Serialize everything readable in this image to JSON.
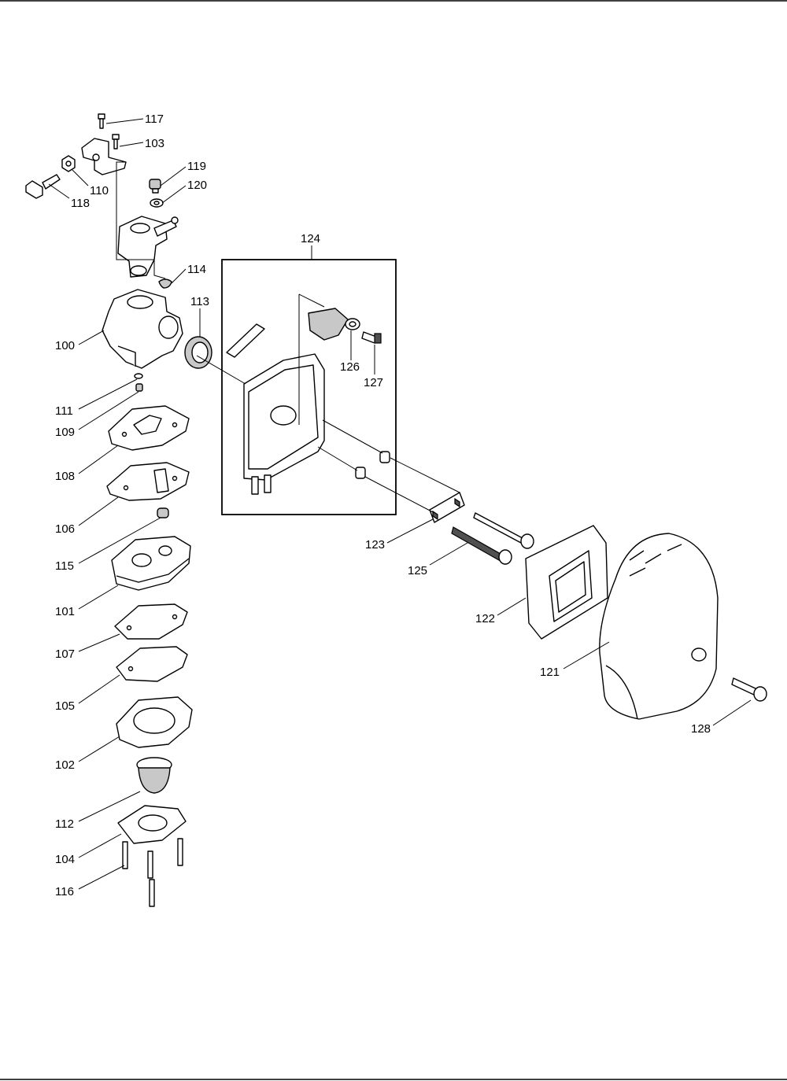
{
  "parts": [
    {
      "id": "p100",
      "label": "100"
    },
    {
      "id": "p101",
      "label": "101"
    },
    {
      "id": "p102",
      "label": "102"
    },
    {
      "id": "p103",
      "label": "103"
    },
    {
      "id": "p104",
      "label": "104"
    },
    {
      "id": "p105",
      "label": "105"
    },
    {
      "id": "p106",
      "label": "106"
    },
    {
      "id": "p107",
      "label": "107"
    },
    {
      "id": "p108",
      "label": "108"
    },
    {
      "id": "p109",
      "label": "109"
    },
    {
      "id": "p110",
      "label": "110"
    },
    {
      "id": "p111",
      "label": "111"
    },
    {
      "id": "p112",
      "label": "112"
    },
    {
      "id": "p113",
      "label": "113"
    },
    {
      "id": "p114",
      "label": "114"
    },
    {
      "id": "p115",
      "label": "115"
    },
    {
      "id": "p116",
      "label": "116"
    },
    {
      "id": "p117",
      "label": "117"
    },
    {
      "id": "p118",
      "label": "118"
    },
    {
      "id": "p119",
      "label": "119"
    },
    {
      "id": "p120",
      "label": "120"
    },
    {
      "id": "p121",
      "label": "121"
    },
    {
      "id": "p122",
      "label": "122"
    },
    {
      "id": "p123",
      "label": "123"
    },
    {
      "id": "p124",
      "label": "124"
    },
    {
      "id": "p125",
      "label": "125"
    },
    {
      "id": "p126",
      "label": "126"
    },
    {
      "id": "p127",
      "label": "127"
    },
    {
      "id": "p128",
      "label": "128"
    }
  ]
}
